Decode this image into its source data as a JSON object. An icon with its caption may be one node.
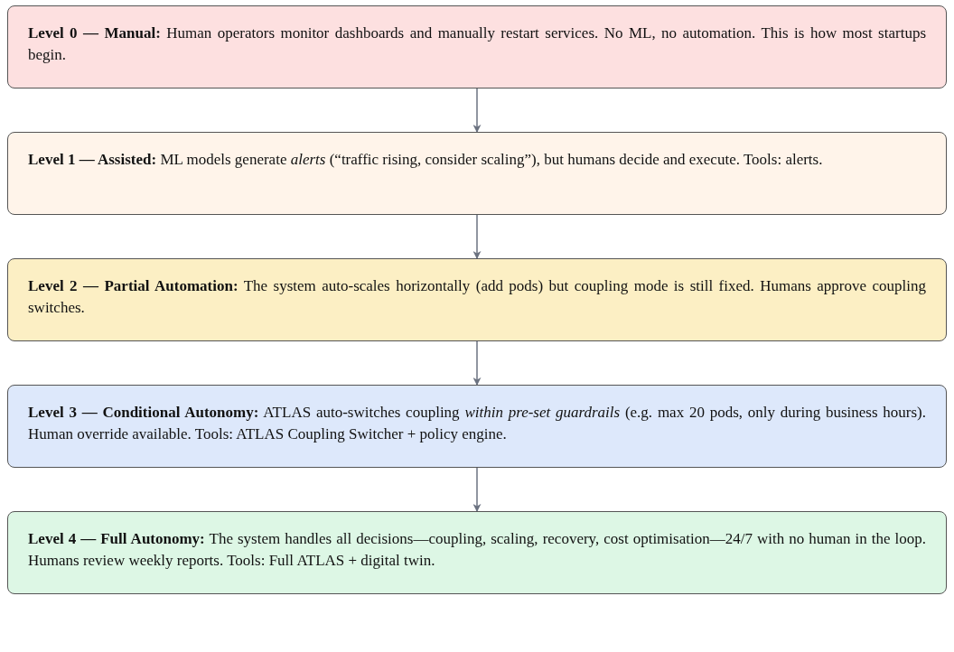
{
  "diagram": {
    "nodes": [
      {
        "text": [
          "**Level 0 — Manual:** Human operators monitor dashboards and manually restart services. No ML, no automation. This is how most startups begin."
        ]
      },
      {
        "text": [
          "**Level 1 — Assisted:** ML models generate *alerts* (“traffic rising, consider scaling”), but humans decide and execute. Tools: alerts."
        ]
      },
      {
        "text": [
          "**Level 2 — Partial Automation:** The system auto-scales horizontally (add pods) but coupling mode is still fixed. Humans approve coupling switches."
        ]
      },
      {
        "text": [
          "**Level 3 — Conditional Autonomy:** ATLAS auto-switches coupling *within pre-set guardrails* (e.g. max 20 pods, only during business hours). Human override available. Tools: ATLAS Coupling Switcher + policy engine."
        ]
      },
      {
        "text": [
          "**Level 4 — Full Autonomy:** The system handles all decisions—coupling, scaling, recovery, cost optimisation—24/7 with no human in the loop. Humans review weekly reports. Tools: Full ATLAS + digital twin."
        ]
      }
    ],
    "edges": [
      {
        "from": 0,
        "to": 1,
        "arrow": "to"
      },
      {
        "from": 1,
        "to": 2,
        "arrow": "to"
      },
      {
        "from": 2,
        "to": 3,
        "arrow": "to"
      },
      {
        "from": 3,
        "to": 4,
        "arrow": "to"
      }
    ]
  }
}
